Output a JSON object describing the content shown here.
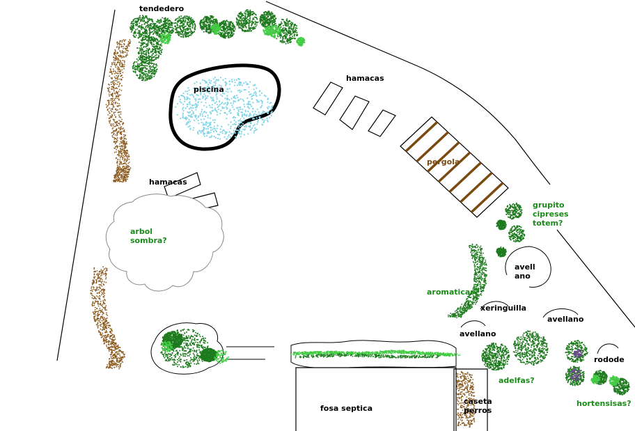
{
  "colors": {
    "hedge_brown": "#8a5a1e",
    "dark_green": "#1e7a1e",
    "light_green": "#44cc44",
    "pool_fill": "#7fd4e6",
    "pool_border": "#000000",
    "pergola_beam": "#7a4a10",
    "label_green": "#1a8a1a",
    "label_black": "#000000",
    "hortensia_purple": "#6b4c8a"
  },
  "labels": {
    "tendedero": "tendedero",
    "piscina": "piscina",
    "hamacas_top": "hamacas",
    "pergola": "pergola",
    "hamacas_left": "hamacas",
    "arbol": "arbol\nsombra?",
    "grupito": "grupito\ncipreses\ntotem?",
    "avellano_big": "avell\nano",
    "aromaticas": "aromaticas?",
    "xeringuilla": "xeringuilla",
    "avellano_1": "avellano",
    "avellano_2": "avellano",
    "adelfas": "adelfas?",
    "rodode": "rodode",
    "hortensias": "hortensisas?",
    "caseta": "caseta\nperros",
    "fosa": "fosa septica"
  }
}
